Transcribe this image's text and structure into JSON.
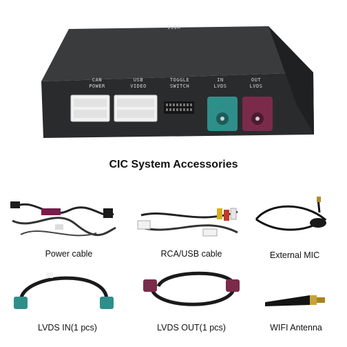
{
  "device": {
    "top_label": "WIFI",
    "ports": [
      {
        "line1": "CAN",
        "line2": "POWER"
      },
      {
        "line1": "USB",
        "line2": "VIDEO"
      },
      {
        "line1": "TOGGLE",
        "line2": "SWITCH"
      },
      {
        "line1": "IN",
        "line2": "LVDS"
      },
      {
        "line1": "OUT",
        "line2": "LVDS"
      }
    ]
  },
  "title": "CIC System Accessories",
  "accessories": [
    {
      "caption": "Power cable"
    },
    {
      "caption": "RCA/USB cable"
    },
    {
      "caption": "External MIC"
    },
    {
      "caption": "LVDS IN(1 pcs)"
    },
    {
      "caption": "LVDS OUT(1 pcs)"
    },
    {
      "caption": "WIFI Antenna"
    }
  ],
  "colors": {
    "box_body": "#2b2c2e",
    "connector_white": "#f2f2f2",
    "lvds_in": "#2e8f8a",
    "lvds_out": "#7a2b4a"
  }
}
